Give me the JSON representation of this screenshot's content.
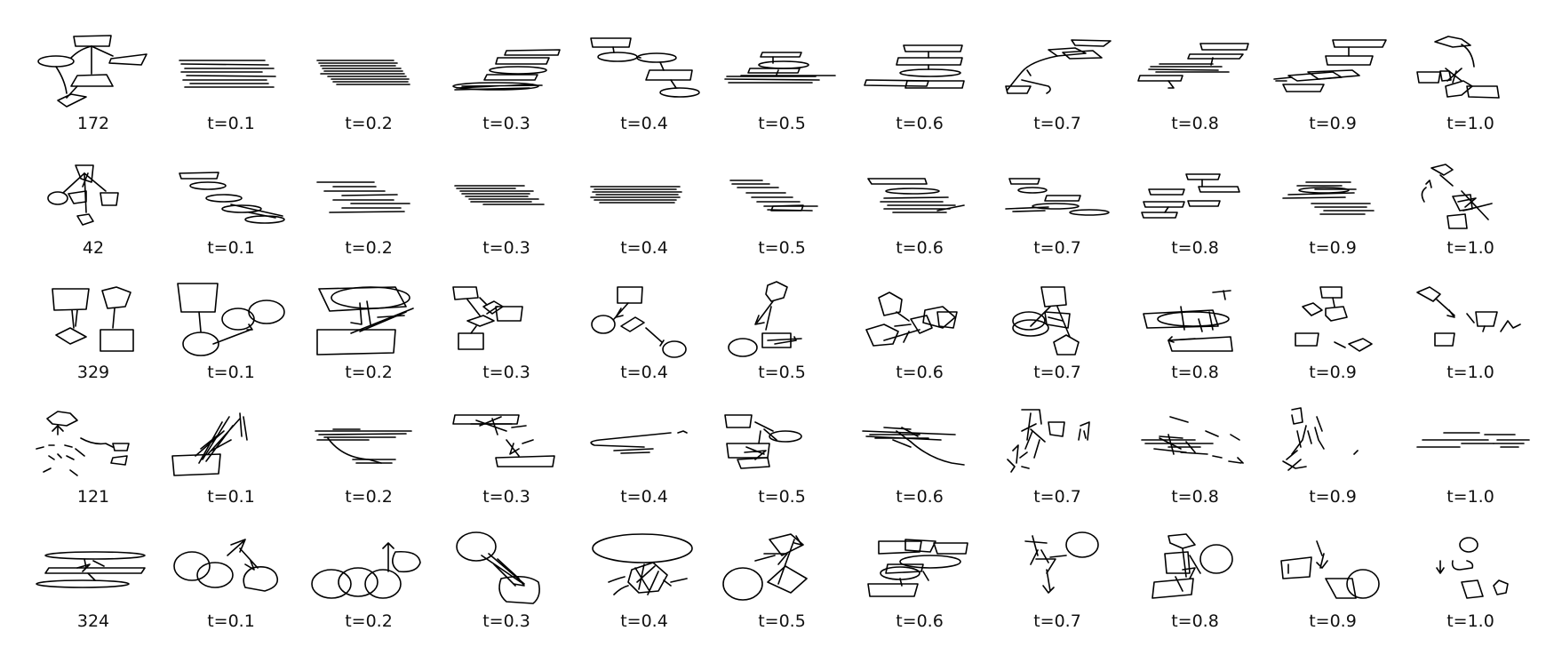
{
  "colors": {
    "stroke": "#000000",
    "text": "#111111",
    "background": "#ffffff"
  },
  "rows": [
    {
      "labels": [
        "172",
        "t=0.1",
        "t=0.2",
        "t=0.3",
        "t=0.4",
        "t=0.5",
        "t=0.6",
        "t=0.7",
        "t=0.8",
        "t=0.9",
        "t=1.0"
      ]
    },
    {
      "labels": [
        "42",
        "t=0.1",
        "t=0.2",
        "t=0.3",
        "t=0.4",
        "t=0.5",
        "t=0.6",
        "t=0.7",
        "t=0.8",
        "t=0.9",
        "t=1.0"
      ]
    },
    {
      "labels": [
        "329",
        "t=0.1",
        "t=0.2",
        "t=0.3",
        "t=0.4",
        "t=0.5",
        "t=0.6",
        "t=0.7",
        "t=0.8",
        "t=0.9",
        "t=1.0"
      ]
    },
    {
      "labels": [
        "121",
        "t=0.1",
        "t=0.2",
        "t=0.3",
        "t=0.4",
        "t=0.5",
        "t=0.6",
        "t=0.7",
        "t=0.8",
        "t=0.9",
        "t=1.0"
      ]
    },
    {
      "labels": [
        "324",
        "t=0.1",
        "t=0.2",
        "t=0.3",
        "t=0.4",
        "t=0.5",
        "t=0.6",
        "t=0.7",
        "t=0.8",
        "t=0.9",
        "t=1.0"
      ]
    }
  ]
}
